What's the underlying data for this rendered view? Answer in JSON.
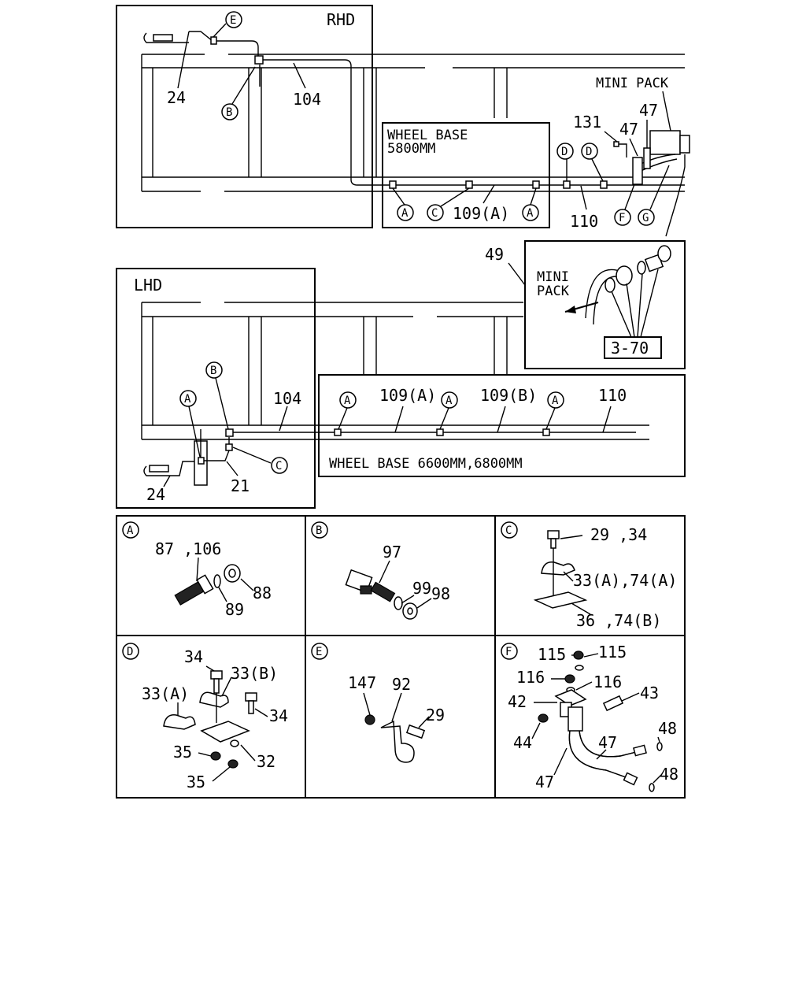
{
  "rhd": {
    "title": "RHD",
    "wheelbase": [
      "WHEEL BASE",
      "5800MM"
    ],
    "callouts": {
      "e": "E",
      "b": "B",
      "a1": "A",
      "c": "C",
      "a2": "A",
      "d1": "D",
      "d2": "D",
      "f": "F",
      "g": "G"
    },
    "parts": {
      "p24": "24",
      "p104": "104",
      "p109a": "109(A)",
      "p110": "110",
      "p131": "131",
      "p47a": "47",
      "p47b": "47"
    },
    "mini_pack": "MINI PACK"
  },
  "inset49": {
    "part": "49",
    "mini": [
      "MINI",
      "PACK"
    ],
    "ref": "3-70"
  },
  "lhd": {
    "title": "LHD",
    "callouts": {
      "b": "B",
      "a": "A",
      "c": "C"
    },
    "parts": {
      "p104": "104",
      "p24": "24",
      "p21": "21"
    }
  },
  "wb2": {
    "label": "WHEEL BASE 6600MM,6800MM",
    "callouts": {
      "a1": "A",
      "a2": "A",
      "a3": "A"
    },
    "parts": {
      "p109a": "109(A)",
      "p109b": "109(B)",
      "p110": "110"
    }
  },
  "details": {
    "a": {
      "letter": "A",
      "labels": [
        "87 ,106",
        "88",
        "89"
      ]
    },
    "b": {
      "letter": "B",
      "labels": [
        "97",
        "99",
        "98"
      ]
    },
    "c": {
      "letter": "C",
      "labels": [
        "29 ,34",
        "33(A),74(A)",
        "36 ,74(B)"
      ]
    },
    "d": {
      "letter": "D",
      "labels": [
        "34",
        "33(B)",
        "33(A)",
        "34",
        "35",
        "32",
        "35"
      ]
    },
    "e": {
      "letter": "E",
      "labels": [
        "147",
        "92",
        "29"
      ]
    },
    "f": {
      "letter": "F",
      "labels": [
        "115",
        "115",
        "116",
        "116",
        "43",
        "42",
        "44",
        "47",
        "48",
        "47",
        "48"
      ]
    }
  }
}
